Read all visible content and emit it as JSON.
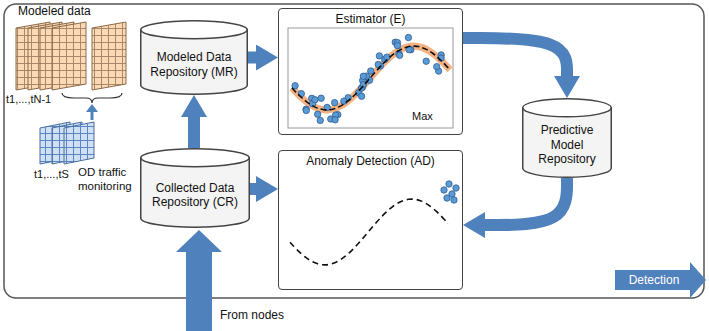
{
  "diagram": {
    "nodes": [
      {
        "text": [
          "Modeled Data Repository (MR)"
        ]
      },
      {
        "text": [
          "Collected Data Repository (CR)"
        ]
      },
      {
        "text": [
          "Estimator (E)"
        ]
      },
      {
        "text": [
          "Predictive Model Repository"
        ]
      },
      {
        "text": [
          "Anomaly Detection (AD)"
        ]
      }
    ],
    "edges": [
      {
        "from": 1,
        "to": 0,
        "arrow": "to"
      },
      {
        "from": 0,
        "to": 2,
        "arrow": "to"
      },
      {
        "from": 2,
        "to": 3,
        "arrow": "to"
      },
      {
        "from": 3,
        "to": 4,
        "arrow": "to"
      },
      {
        "from": 1,
        "to": 4,
        "arrow": "to"
      }
    ],
    "labels": [
      "Modeled data",
      "t1,...,tN-1",
      "t1,...,tS",
      "OD traffic monitoring",
      "Max",
      "Detection",
      "From nodes"
    ]
  }
}
